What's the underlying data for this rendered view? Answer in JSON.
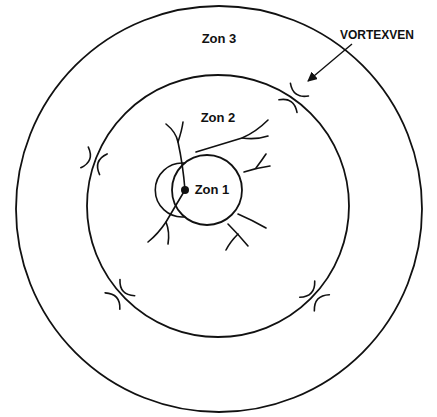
{
  "diagram": {
    "nodes": [
      {
        "text": [
          "Zon 3"
        ]
      },
      {
        "text": [
          "Zon 2"
        ],
        "in": 0
      },
      {
        "text": [
          "Zon 1"
        ],
        "in": 1
      }
    ],
    "labels": [
      "VORTEXVEN"
    ]
  }
}
